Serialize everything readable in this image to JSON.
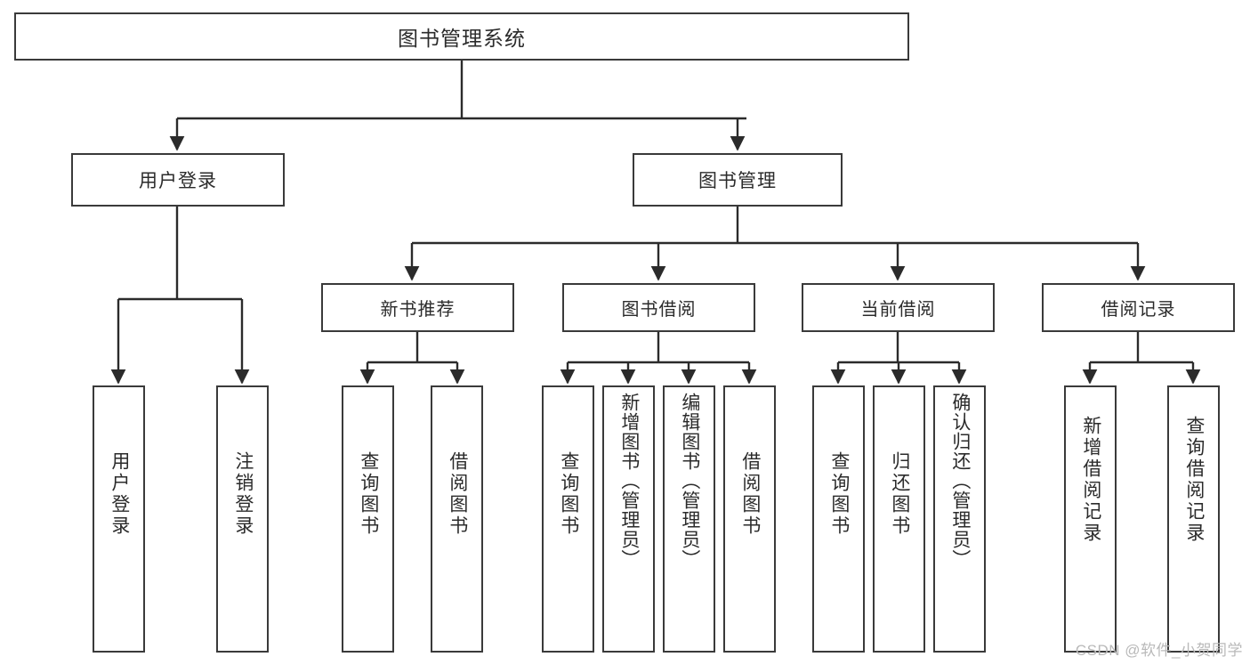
{
  "diagram": {
    "title": "图书管理系统",
    "type": "tree-structure-chart",
    "watermark": "CSDN @软件_小贺同学",
    "colors": {
      "box_border": "#3a3a3a",
      "box_fill": "#ffffff",
      "edge": "#2b2b2b",
      "text": "#2b2b2b",
      "watermark": "#b9b9b9"
    }
  },
  "root": {
    "label": "图书管理系统"
  },
  "level1": [
    {
      "id": "user-login",
      "label": "用户登录"
    },
    {
      "id": "book-manage",
      "label": "图书管理"
    }
  ],
  "level2": [
    {
      "id": "new-book-recommend",
      "label": "新书推荐"
    },
    {
      "id": "book-borrow",
      "label": "图书借阅"
    },
    {
      "id": "current-borrow",
      "label": "当前借阅"
    },
    {
      "id": "borrow-record",
      "label": "借阅记录"
    }
  ],
  "leaves": {
    "user_login": [
      {
        "id": "leaf-user-login",
        "label": "用户登录"
      },
      {
        "id": "leaf-logout-login",
        "label": "注销登录"
      }
    ],
    "new_book_recommend": [
      {
        "id": "leaf-query-book-1",
        "label": "查询图书"
      },
      {
        "id": "leaf-borrow-book-1",
        "label": "借阅图书"
      }
    ],
    "book_borrow": [
      {
        "id": "leaf-query-book-2",
        "label": "查询图书"
      },
      {
        "id": "leaf-add-book",
        "label": "新增图书（管理员）"
      },
      {
        "id": "leaf-edit-book",
        "label": "编辑图书（管理员）"
      },
      {
        "id": "leaf-borrow-book-2",
        "label": "借阅图书"
      }
    ],
    "current_borrow": [
      {
        "id": "leaf-query-book-3",
        "label": "查询图书"
      },
      {
        "id": "leaf-return-book",
        "label": "归还图书"
      },
      {
        "id": "leaf-confirm-return",
        "label": "确认归还（管理员）"
      }
    ],
    "borrow_record": [
      {
        "id": "leaf-add-record",
        "label": "新增借阅记录"
      },
      {
        "id": "leaf-query-record",
        "label": "查询借阅记录"
      }
    ]
  }
}
